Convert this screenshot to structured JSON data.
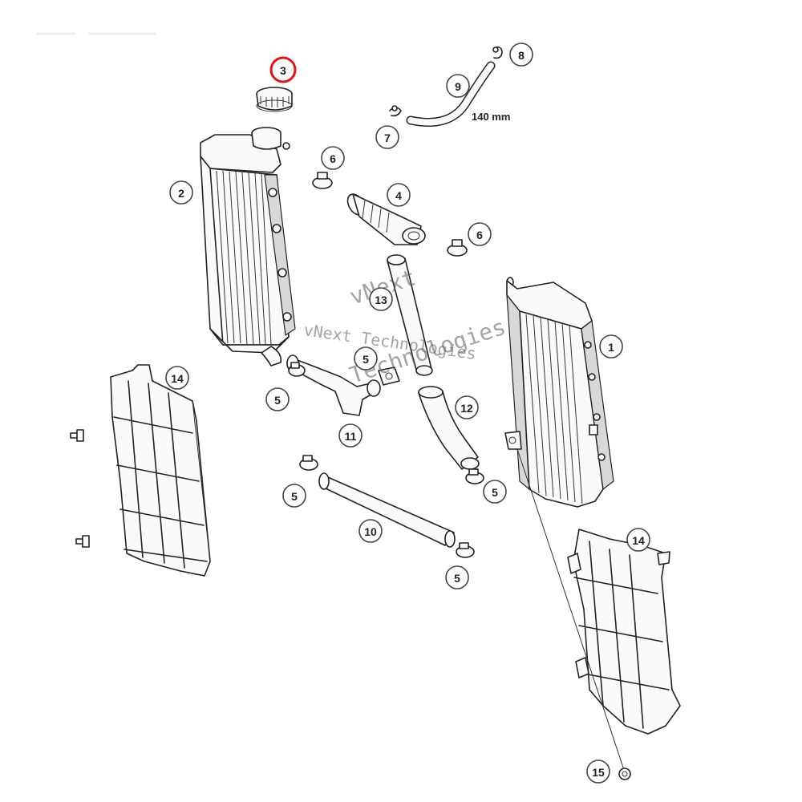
{
  "callouts": [
    {
      "id": "c3",
      "label": "3",
      "highlight": true
    },
    {
      "id": "c8",
      "label": "8"
    },
    {
      "id": "c9",
      "label": "9"
    },
    {
      "id": "c7",
      "label": "7"
    },
    {
      "id": "c6a",
      "label": "6"
    },
    {
      "id": "c2",
      "label": "2"
    },
    {
      "id": "c4",
      "label": "4"
    },
    {
      "id": "c6b",
      "label": "6"
    },
    {
      "id": "c13",
      "label": "13"
    },
    {
      "id": "c1",
      "label": "1"
    },
    {
      "id": "c14a",
      "label": "14"
    },
    {
      "id": "c5a",
      "label": "5"
    },
    {
      "id": "c5b",
      "label": "5"
    },
    {
      "id": "c11",
      "label": "11"
    },
    {
      "id": "c12",
      "label": "12"
    },
    {
      "id": "c5c",
      "label": "5"
    },
    {
      "id": "c5d",
      "label": "5"
    },
    {
      "id": "c10",
      "label": "10"
    },
    {
      "id": "c5e",
      "label": "5"
    },
    {
      "id": "c14b",
      "label": "14"
    },
    {
      "id": "c15",
      "label": "15"
    }
  ],
  "dimension_label": "140 mm",
  "watermark": {
    "line1": "vNext Technologies",
    "line2": "vNext",
    "line3": "Technologies"
  },
  "colors": {
    "highlight": "#e01515",
    "line": "#222222"
  }
}
